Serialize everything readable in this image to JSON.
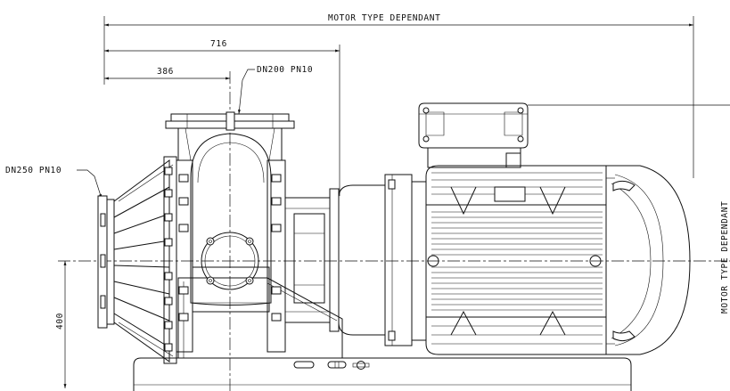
{
  "dimensions": {
    "overall": "MOTOR TYPE DEPENDANT",
    "length_716": "716",
    "length_386": "386",
    "height_400": "400",
    "motor_height": "MOTOR TYPE DEPENDANT"
  },
  "callouts": {
    "discharge": "DN200 PN10",
    "suction": "DN250 PN10"
  }
}
